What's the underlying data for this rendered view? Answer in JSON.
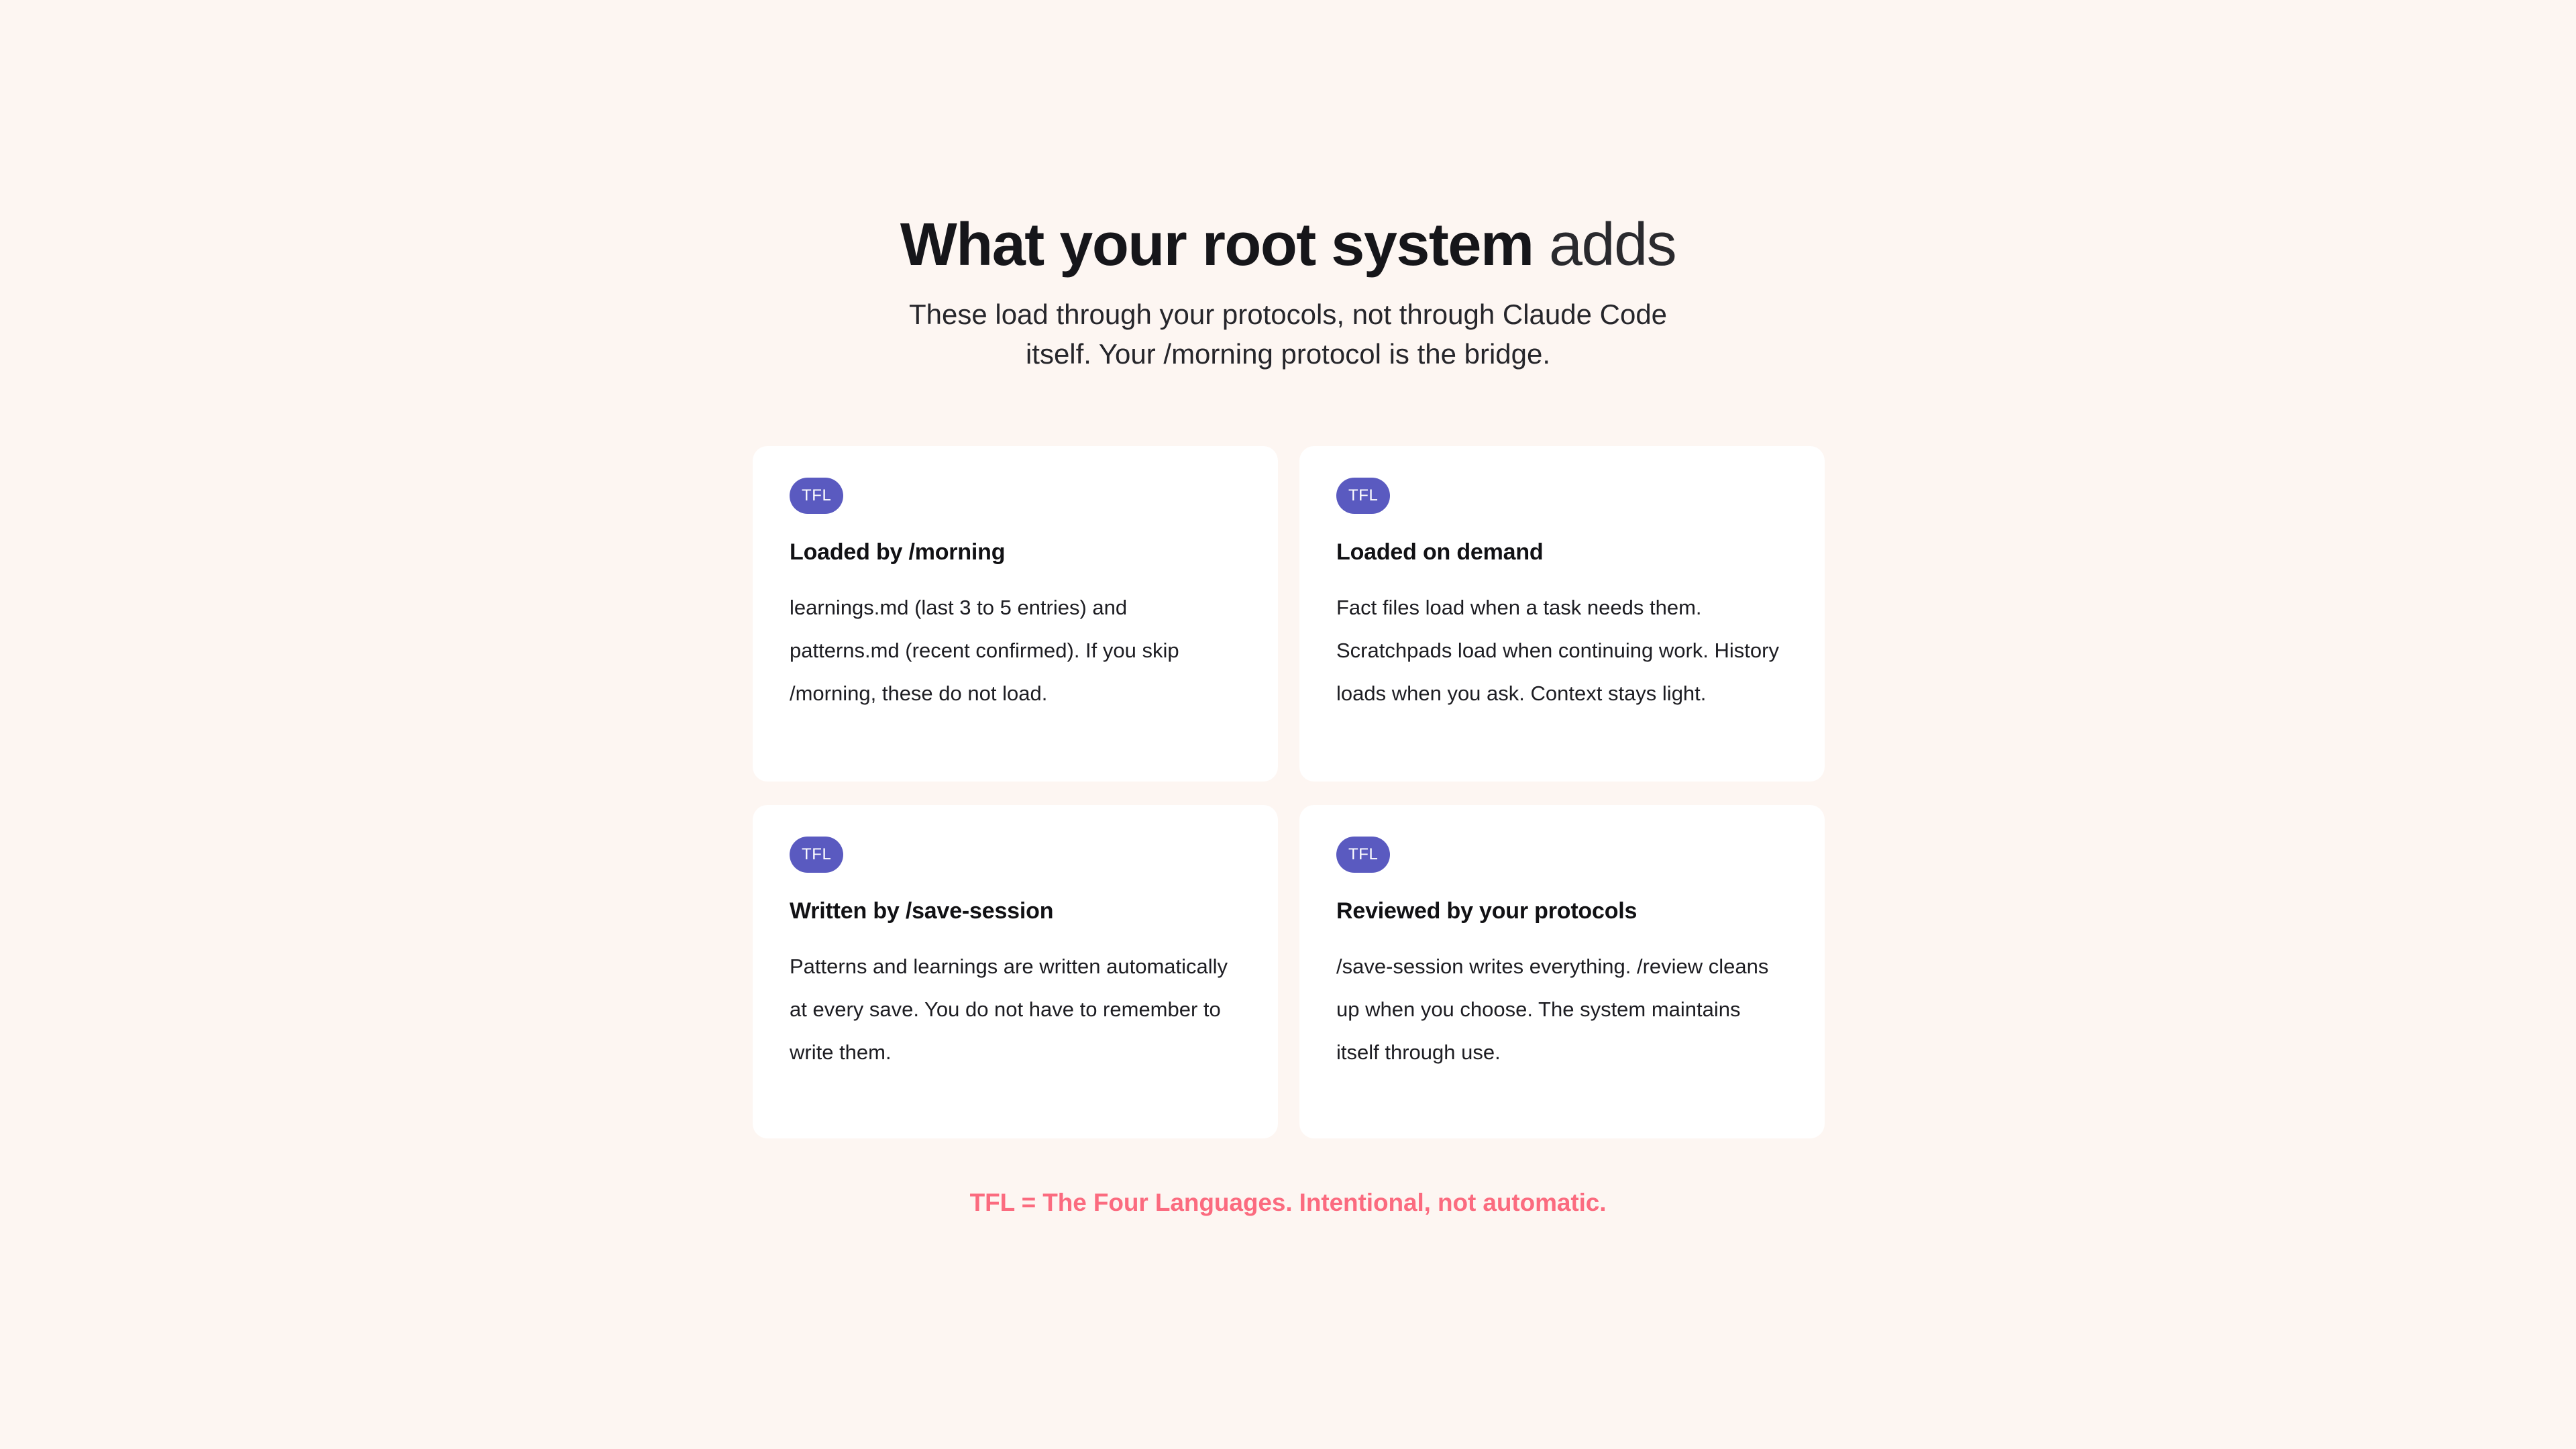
{
  "header": {
    "title_strong": "What your root system",
    "title_light": " adds",
    "subtitle": "These load through your protocols, not through Claude Code itself. Your /morning protocol is the bridge."
  },
  "cards": [
    {
      "badge": "TFL",
      "title": "Loaded by /morning",
      "body": "learnings.md (last 3 to 5 entries) and patterns.md (recent confirmed). If you skip /morning, these do not load."
    },
    {
      "badge": "TFL",
      "title": "Loaded on demand",
      "body": "Fact files load when a task needs them. Scratchpads load when continuing work. History loads when you ask. Context stays light."
    },
    {
      "badge": "TFL",
      "title": "Written by /save-session",
      "body": "Patterns and learnings are written automatically at every save. You do not have to remember to write them."
    },
    {
      "badge": "TFL",
      "title": "Reviewed by your protocols",
      "body": "/save-session writes everything. /review cleans up when you choose. The system maintains itself through use."
    }
  ],
  "footer": {
    "note": "TFL = The Four Languages. Intentional, not automatic."
  },
  "colors": {
    "background": "#fdf6f2",
    "card_background": "#ffffff",
    "badge": "#5a5ac0",
    "footer_accent": "#fb6b7f",
    "text": "#16161a"
  }
}
